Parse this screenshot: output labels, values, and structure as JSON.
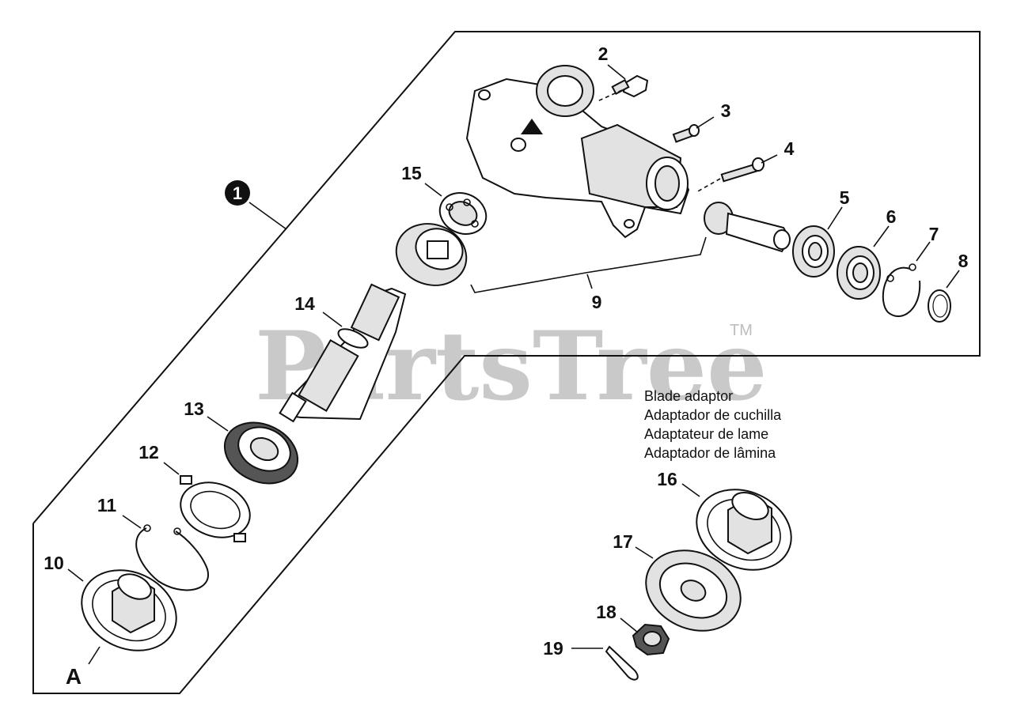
{
  "watermark": {
    "text": "PartsTree",
    "trademark": "TM"
  },
  "assembly": {
    "callout": "1",
    "marker": "A"
  },
  "blade_adaptor_caption": [
    "Blade adaptor",
    "Adaptador de cuchilla",
    "Adaptateur de lame",
    "Adaptador de lâmina"
  ],
  "parts": {
    "p2": "2",
    "p3": "3",
    "p4": "4",
    "p5": "5",
    "p6": "6",
    "p7": "7",
    "p8": "8",
    "p9": "9",
    "p10": "10",
    "p11": "11",
    "p12": "12",
    "p13": "13",
    "p14": "14",
    "p15": "15",
    "p16": "16",
    "p17": "17",
    "p18": "18",
    "p19": "19"
  }
}
